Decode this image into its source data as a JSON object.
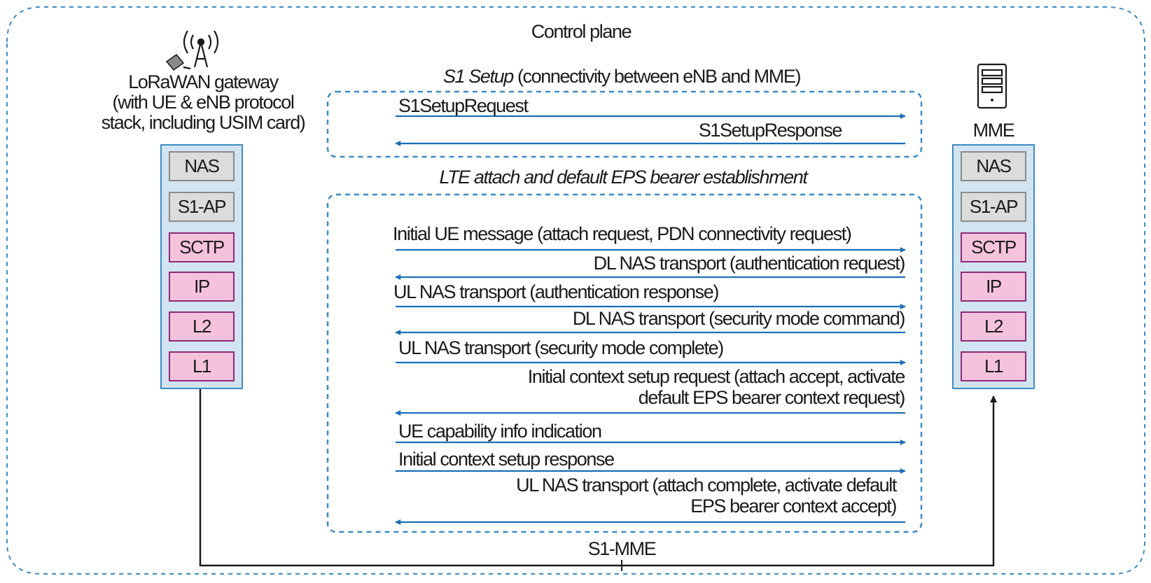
{
  "plane_title": "Control plane",
  "colors": {
    "accent_blue": "#1a6fb5",
    "stack_fill": "#d2e4f1",
    "upper_layer_fill": "#dcdcdc",
    "lower_layer_fill": "#f5c2dc",
    "lower_layer_border": "#8e2a78"
  },
  "gateway": {
    "icon": "radio-tower-icon",
    "label_lines": [
      "LoRaWAN gateway",
      "(with UE & eNB protocol",
      "stack, including USIM card)"
    ]
  },
  "mme": {
    "icon": "server-icon",
    "label": "MME"
  },
  "protocol_layers": [
    "NAS",
    "S1-AP",
    "SCTP",
    "IP",
    "L2",
    "L1"
  ],
  "s1_setup": {
    "title_italic": "S1 Setup",
    "title_rest": " (connectivity between eNB and MME)",
    "messages": [
      {
        "lines": [
          "S1SetupRequest"
        ],
        "direction": "to-mme"
      },
      {
        "lines": [
          "S1SetupResponse"
        ],
        "direction": "to-gateway"
      }
    ]
  },
  "attach": {
    "title": "LTE attach and default EPS bearer establishment",
    "messages": [
      {
        "lines": [
          "Initial UE message (attach request, PDN connectivity request)"
        ],
        "direction": "to-mme"
      },
      {
        "lines": [
          "DL NAS transport (authentication request)"
        ],
        "direction": "to-gateway"
      },
      {
        "lines": [
          "UL NAS transport (authentication response)"
        ],
        "direction": "to-mme"
      },
      {
        "lines": [
          "DL NAS transport (security mode command)"
        ],
        "direction": "to-gateway"
      },
      {
        "lines": [
          "UL NAS transport (security mode complete)"
        ],
        "direction": "to-mme"
      },
      {
        "lines": [
          "Initial context setup request (attach accept, activate",
          "default EPS bearer context request)"
        ],
        "direction": "to-gateway"
      },
      {
        "lines": [
          "UE capability info indication"
        ],
        "direction": "to-mme"
      },
      {
        "lines": [
          "Initial context setup response"
        ],
        "direction": "to-mme"
      },
      {
        "lines": [
          "UL NAS transport (attach complete, activate default",
          "EPS bearer context accept)"
        ],
        "direction": "to-gateway"
      }
    ]
  },
  "interface_label": "S1-MME"
}
